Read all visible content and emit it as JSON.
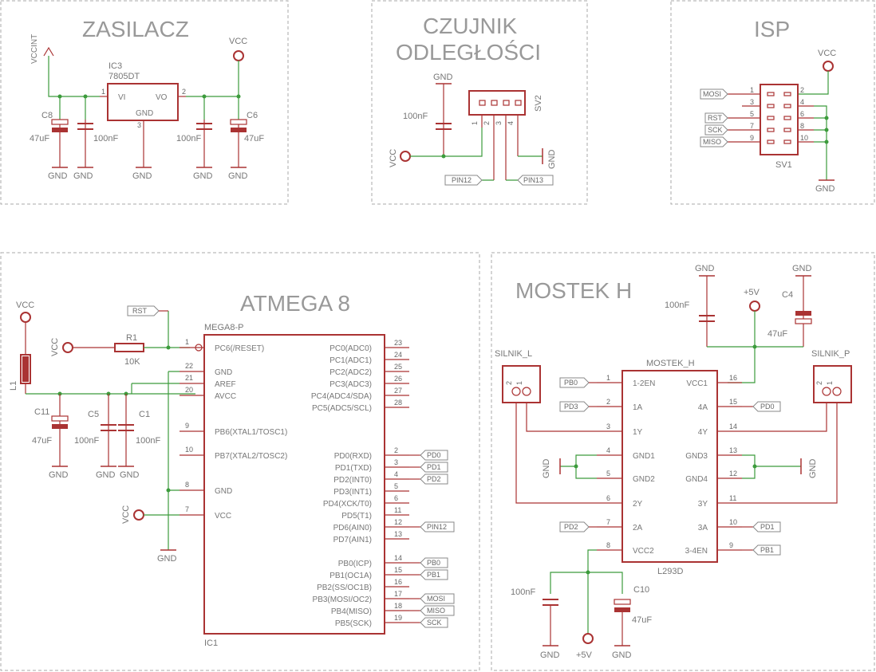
{
  "sections": {
    "zasilacz": "ZASILACZ",
    "czujnik_line1": "CZUJNIK",
    "czujnik_line2": "ODLEGŁOŚCI",
    "isp": "ISP",
    "atmega": "ATMEGA 8",
    "mostek": "MOSTEK H"
  },
  "zasilacz": {
    "vccint": "VCCINT",
    "vcc": "VCC",
    "ic3_name": "IC3",
    "ic3_value": "7805DT",
    "pin_vi": "VI",
    "pin_vo": "VO",
    "pin_gnd": "GND",
    "pin1": "1",
    "pin2": "2",
    "pin3": "3",
    "c8_name": "C8",
    "c8_value": "47uF",
    "c_100nf_a": "100nF",
    "c_100nf_b": "100nF",
    "c6_name": "C6",
    "c6_value": "47uF",
    "gnd": "GND"
  },
  "czujnik": {
    "gnd": "GND",
    "cap": "100nF",
    "vcc": "VCC",
    "sv2": "SV2",
    "pins": [
      "1",
      "2",
      "3",
      "4"
    ],
    "tag_pin12": "PIN12",
    "tag_pin13": "PIN13"
  },
  "isp": {
    "vcc": "VCC",
    "gnd": "GND",
    "sv1": "SV1",
    "tags": [
      "MOSI",
      "RST",
      "SCK",
      "MISO"
    ],
    "left_pins": [
      "1",
      "3",
      "5",
      "7",
      "9"
    ],
    "right_pins": [
      "2",
      "4",
      "6",
      "8",
      "10"
    ]
  },
  "atmega": {
    "vcc": "VCC",
    "gnd": "GND",
    "rst_tag": "RST",
    "r1_name": "R1",
    "r1_value": "10K",
    "l1": "L1",
    "c11_name": "C11",
    "c11_value": "47uF",
    "c5_name": "C5",
    "c1_name": "C1",
    "cap_value": "100nF",
    "chip_name": "MEGA8-P",
    "chip_ref": "IC1",
    "left_pins": [
      {
        "num": "1",
        "name": "PC6(/RESET)"
      },
      {
        "num": "22",
        "name": "GND"
      },
      {
        "num": "21",
        "name": "AREF"
      },
      {
        "num": "20",
        "name": "AVCC"
      },
      {
        "num": "9",
        "name": "PB6(XTAL1/TOSC1)"
      },
      {
        "num": "10",
        "name": "PB7(XTAL2/TOSC2)"
      },
      {
        "num": "8",
        "name": "GND"
      },
      {
        "num": "7",
        "name": "VCC"
      }
    ],
    "right_pins": [
      {
        "num": "23",
        "name": "PC0(ADC0)",
        "tag": ""
      },
      {
        "num": "24",
        "name": "PC1(ADC1)",
        "tag": ""
      },
      {
        "num": "25",
        "name": "PC2(ADC2)",
        "tag": ""
      },
      {
        "num": "26",
        "name": "PC3(ADC3)",
        "tag": ""
      },
      {
        "num": "27",
        "name": "PC4(ADC4/SDA)",
        "tag": ""
      },
      {
        "num": "28",
        "name": "PC5(ADC5/SCL)",
        "tag": ""
      },
      {
        "num": "2",
        "name": "PD0(RXD)",
        "tag": "PD0"
      },
      {
        "num": "3",
        "name": "PD1(TXD)",
        "tag": "PD1"
      },
      {
        "num": "4",
        "name": "PD2(INT0)",
        "tag": "PD2"
      },
      {
        "num": "5",
        "name": "PD3(INT1)",
        "tag": ""
      },
      {
        "num": "6",
        "name": "PD4(XCK/T0)",
        "tag": ""
      },
      {
        "num": "11",
        "name": "PD5(T1)",
        "tag": ""
      },
      {
        "num": "12",
        "name": "PD6(AIN0)",
        "tag": "PIN12"
      },
      {
        "num": "13",
        "name": "PD7(AIN1)",
        "tag": ""
      },
      {
        "num": "14",
        "name": "PB0(ICP)",
        "tag": "PB0"
      },
      {
        "num": "15",
        "name": "PB1(OC1A)",
        "tag": "PB1"
      },
      {
        "num": "16",
        "name": "PB2(SS/OC1B)",
        "tag": ""
      },
      {
        "num": "17",
        "name": "PB3(MOSI/OC2)",
        "tag": "MOSI"
      },
      {
        "num": "18",
        "name": "PB4(MISO)",
        "tag": "MISO"
      },
      {
        "num": "19",
        "name": "PB5(SCK)",
        "tag": "SCK"
      }
    ]
  },
  "mostek": {
    "gnd": "GND",
    "plus5v": "+5V",
    "cap_100nf": "100nF",
    "c4_name": "C4",
    "c4_value": "47uF",
    "silnik_l": "SILNIK_L",
    "silnik_p": "SILNIK_P",
    "chip_name": "MOSTEK_H",
    "chip_ref": "L293D",
    "c10_name": "C10",
    "c10_value": "47uF",
    "left_pins": [
      {
        "num": "1",
        "name": "1-2EN",
        "tag": "PB0"
      },
      {
        "num": "2",
        "name": "1A",
        "tag": "PD3"
      },
      {
        "num": "3",
        "name": "1Y",
        "tag": ""
      },
      {
        "num": "4",
        "name": "GND1",
        "tag": ""
      },
      {
        "num": "5",
        "name": "GND2",
        "tag": ""
      },
      {
        "num": "6",
        "name": "2Y",
        "tag": ""
      },
      {
        "num": "7",
        "name": "2A",
        "tag": "PD2"
      },
      {
        "num": "8",
        "name": "VCC2",
        "tag": ""
      }
    ],
    "right_pins": [
      {
        "num": "16",
        "name": "VCC1",
        "tag": ""
      },
      {
        "num": "15",
        "name": "4A",
        "tag": "PD0"
      },
      {
        "num": "14",
        "name": "4Y",
        "tag": ""
      },
      {
        "num": "13",
        "name": "GND3",
        "tag": ""
      },
      {
        "num": "12",
        "name": "GND4",
        "tag": ""
      },
      {
        "num": "11",
        "name": "3Y",
        "tag": ""
      },
      {
        "num": "10",
        "name": "3A",
        "tag": "PD1"
      },
      {
        "num": "9",
        "name": "3-4EN",
        "tag": "PB1"
      }
    ],
    "motor_pins": [
      "2",
      "1"
    ]
  }
}
